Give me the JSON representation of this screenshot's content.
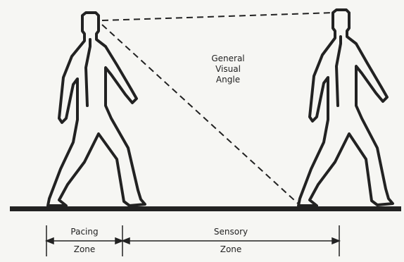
{
  "diagram": {
    "visual_angle_label": [
      "General",
      "Visual",
      "Angle"
    ],
    "pacing_zone": {
      "top": "Pacing",
      "bottom": "Zone"
    },
    "sensory_zone": {
      "top": "Sensory",
      "bottom": "Zone"
    }
  },
  "colors": {
    "ink": "#222222",
    "paper": "#f6f6f3"
  }
}
